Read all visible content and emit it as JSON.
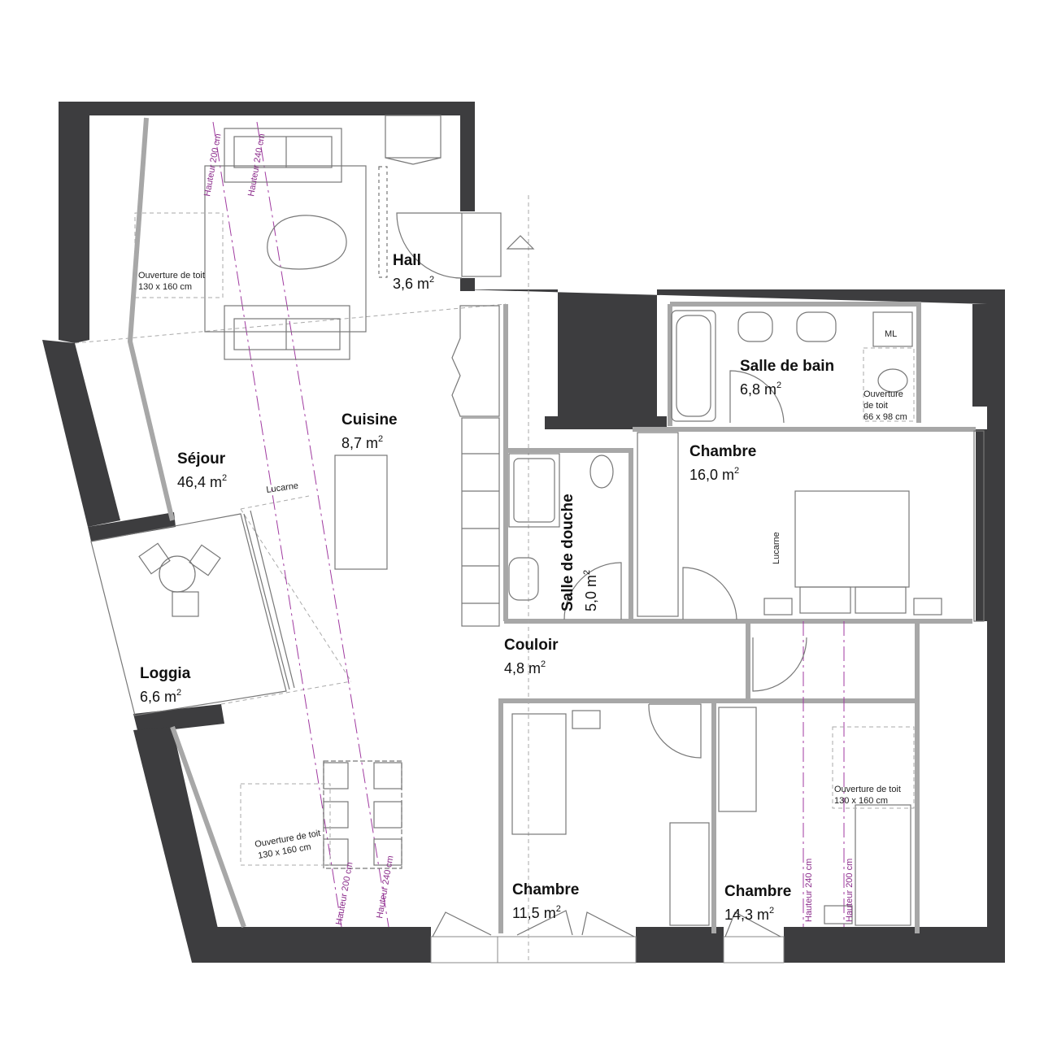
{
  "rooms": {
    "hall": {
      "name": "Hall",
      "area": "3,6 m",
      "unit_exp": "2"
    },
    "cuisine": {
      "name": "Cuisine",
      "area": "8,7 m",
      "unit_exp": "2"
    },
    "sejour": {
      "name": "Séjour",
      "area": "46,4 m",
      "unit_exp": "2"
    },
    "loggia": {
      "name": "Loggia",
      "area": "6,6 m",
      "unit_exp": "2"
    },
    "salle_de_bain": {
      "name": "Salle de bain",
      "area": "6,8 m",
      "unit_exp": "2"
    },
    "salle_de_douche": {
      "name": "Salle de douche",
      "area": "5,0 m",
      "unit_exp": "2"
    },
    "chambre_1": {
      "name": "Chambre",
      "area": "16,0 m",
      "unit_exp": "2"
    },
    "couloir": {
      "name": "Couloir",
      "area": "4,8 m",
      "unit_exp": "2"
    },
    "chambre_2": {
      "name": "Chambre",
      "area": "11,5 m",
      "unit_exp": "2"
    },
    "chambre_3": {
      "name": "Chambre",
      "area": "14,3 m",
      "unit_exp": "2"
    }
  },
  "annotations": {
    "roof_opening": "Ouverture de toit",
    "size_130x160": "130 x 160 cm",
    "size_66x98": "66 x 98 cm",
    "de_toit": "de toit",
    "ouverture": "Ouverture",
    "lucarne": "Lucarne",
    "hauteur_200": "Hauteur 200 cm",
    "hauteur_240": "Hauteur 240 cm",
    "ml": "ML"
  },
  "colors": {
    "wall": "#3d3d3f",
    "inner_wall": "#a7a7a7",
    "height_line": "#a03aa0"
  }
}
